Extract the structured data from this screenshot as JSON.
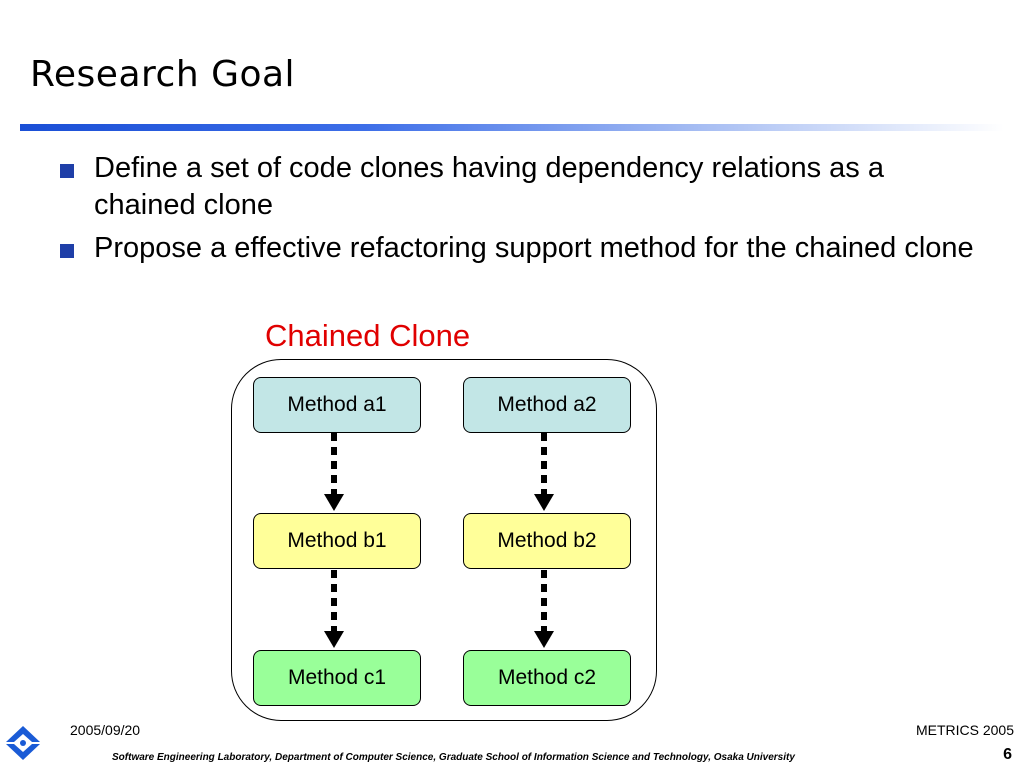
{
  "slide": {
    "title": "Research Goal",
    "bullets": [
      "Define a set of code clones having dependency relations as a chained clone",
      "Propose a effective refactoring support method for the chained clone"
    ]
  },
  "diagram": {
    "caption": "Chained Clone",
    "columns": [
      {
        "nodes": [
          "Method a1",
          "Method b1",
          "Method c1"
        ]
      },
      {
        "nodes": [
          "Method a2",
          "Method b2",
          "Method c2"
        ]
      }
    ],
    "colors": {
      "caption": "#e00000",
      "level_a": "#c2e6e6",
      "level_b": "#ffff99",
      "level_c": "#99ff99",
      "bullet": "#1f3fa8",
      "logo": "#1a5bd6"
    }
  },
  "footer": {
    "date": "2005/09/20",
    "conference": "METRICS 2005",
    "affiliation": "Software Engineering Laboratory,  Department of Computer Science,  Graduate School of Information Science and Technology,  Osaka University",
    "page_number": "6",
    "logo_icon": "osaka-university-logo-icon"
  }
}
